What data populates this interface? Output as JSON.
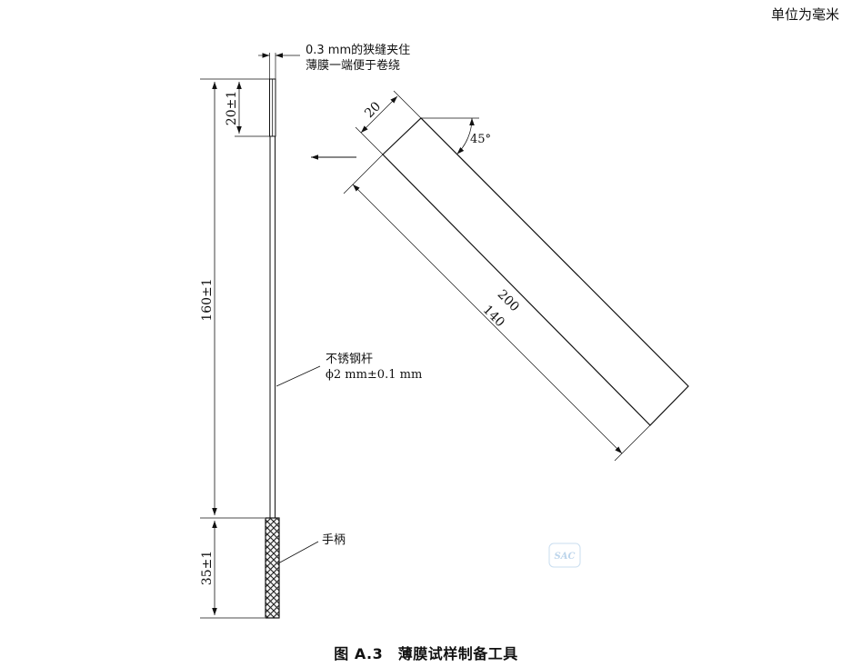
{
  "unit_note": "单位为毫米",
  "caption": "图 A.3　薄膜试样制备工具",
  "slit_note_line1": "0.3 mm的狭缝夹住",
  "slit_note_line2": "薄膜一端便于卷绕",
  "rod_note_line1": "不锈钢杆",
  "rod_note_line2": "ϕ2 mm±0.1 mm",
  "handle_note": "手柄",
  "dim_slit_length": "20±1",
  "dim_rod_length": "160±1",
  "dim_handle_length": "35±1",
  "dim_film_width": "20",
  "dim_film_length_outer": "200",
  "dim_film_length_inner": "140",
  "dim_angle": "45°",
  "watermark": "SAC"
}
